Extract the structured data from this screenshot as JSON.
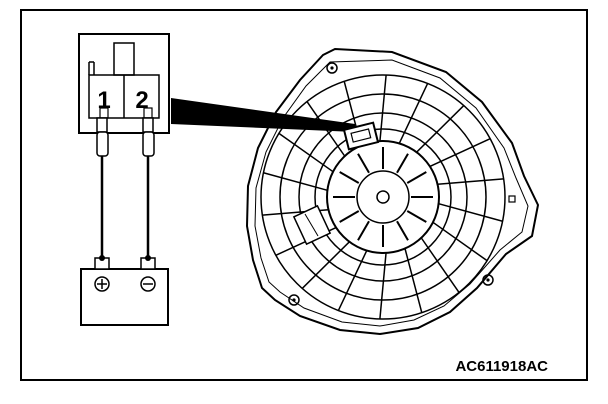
{
  "figure": {
    "frame_color": "#000000",
    "background_color": "#ffffff",
    "connector": {
      "terminal_labels": [
        "1",
        "2"
      ]
    },
    "battery": {
      "positive_symbol": "⊕",
      "negative_symbol": "⊖"
    },
    "blower_motor": {
      "icon": "blower-fan-icon"
    },
    "code": "AC611918AC"
  }
}
